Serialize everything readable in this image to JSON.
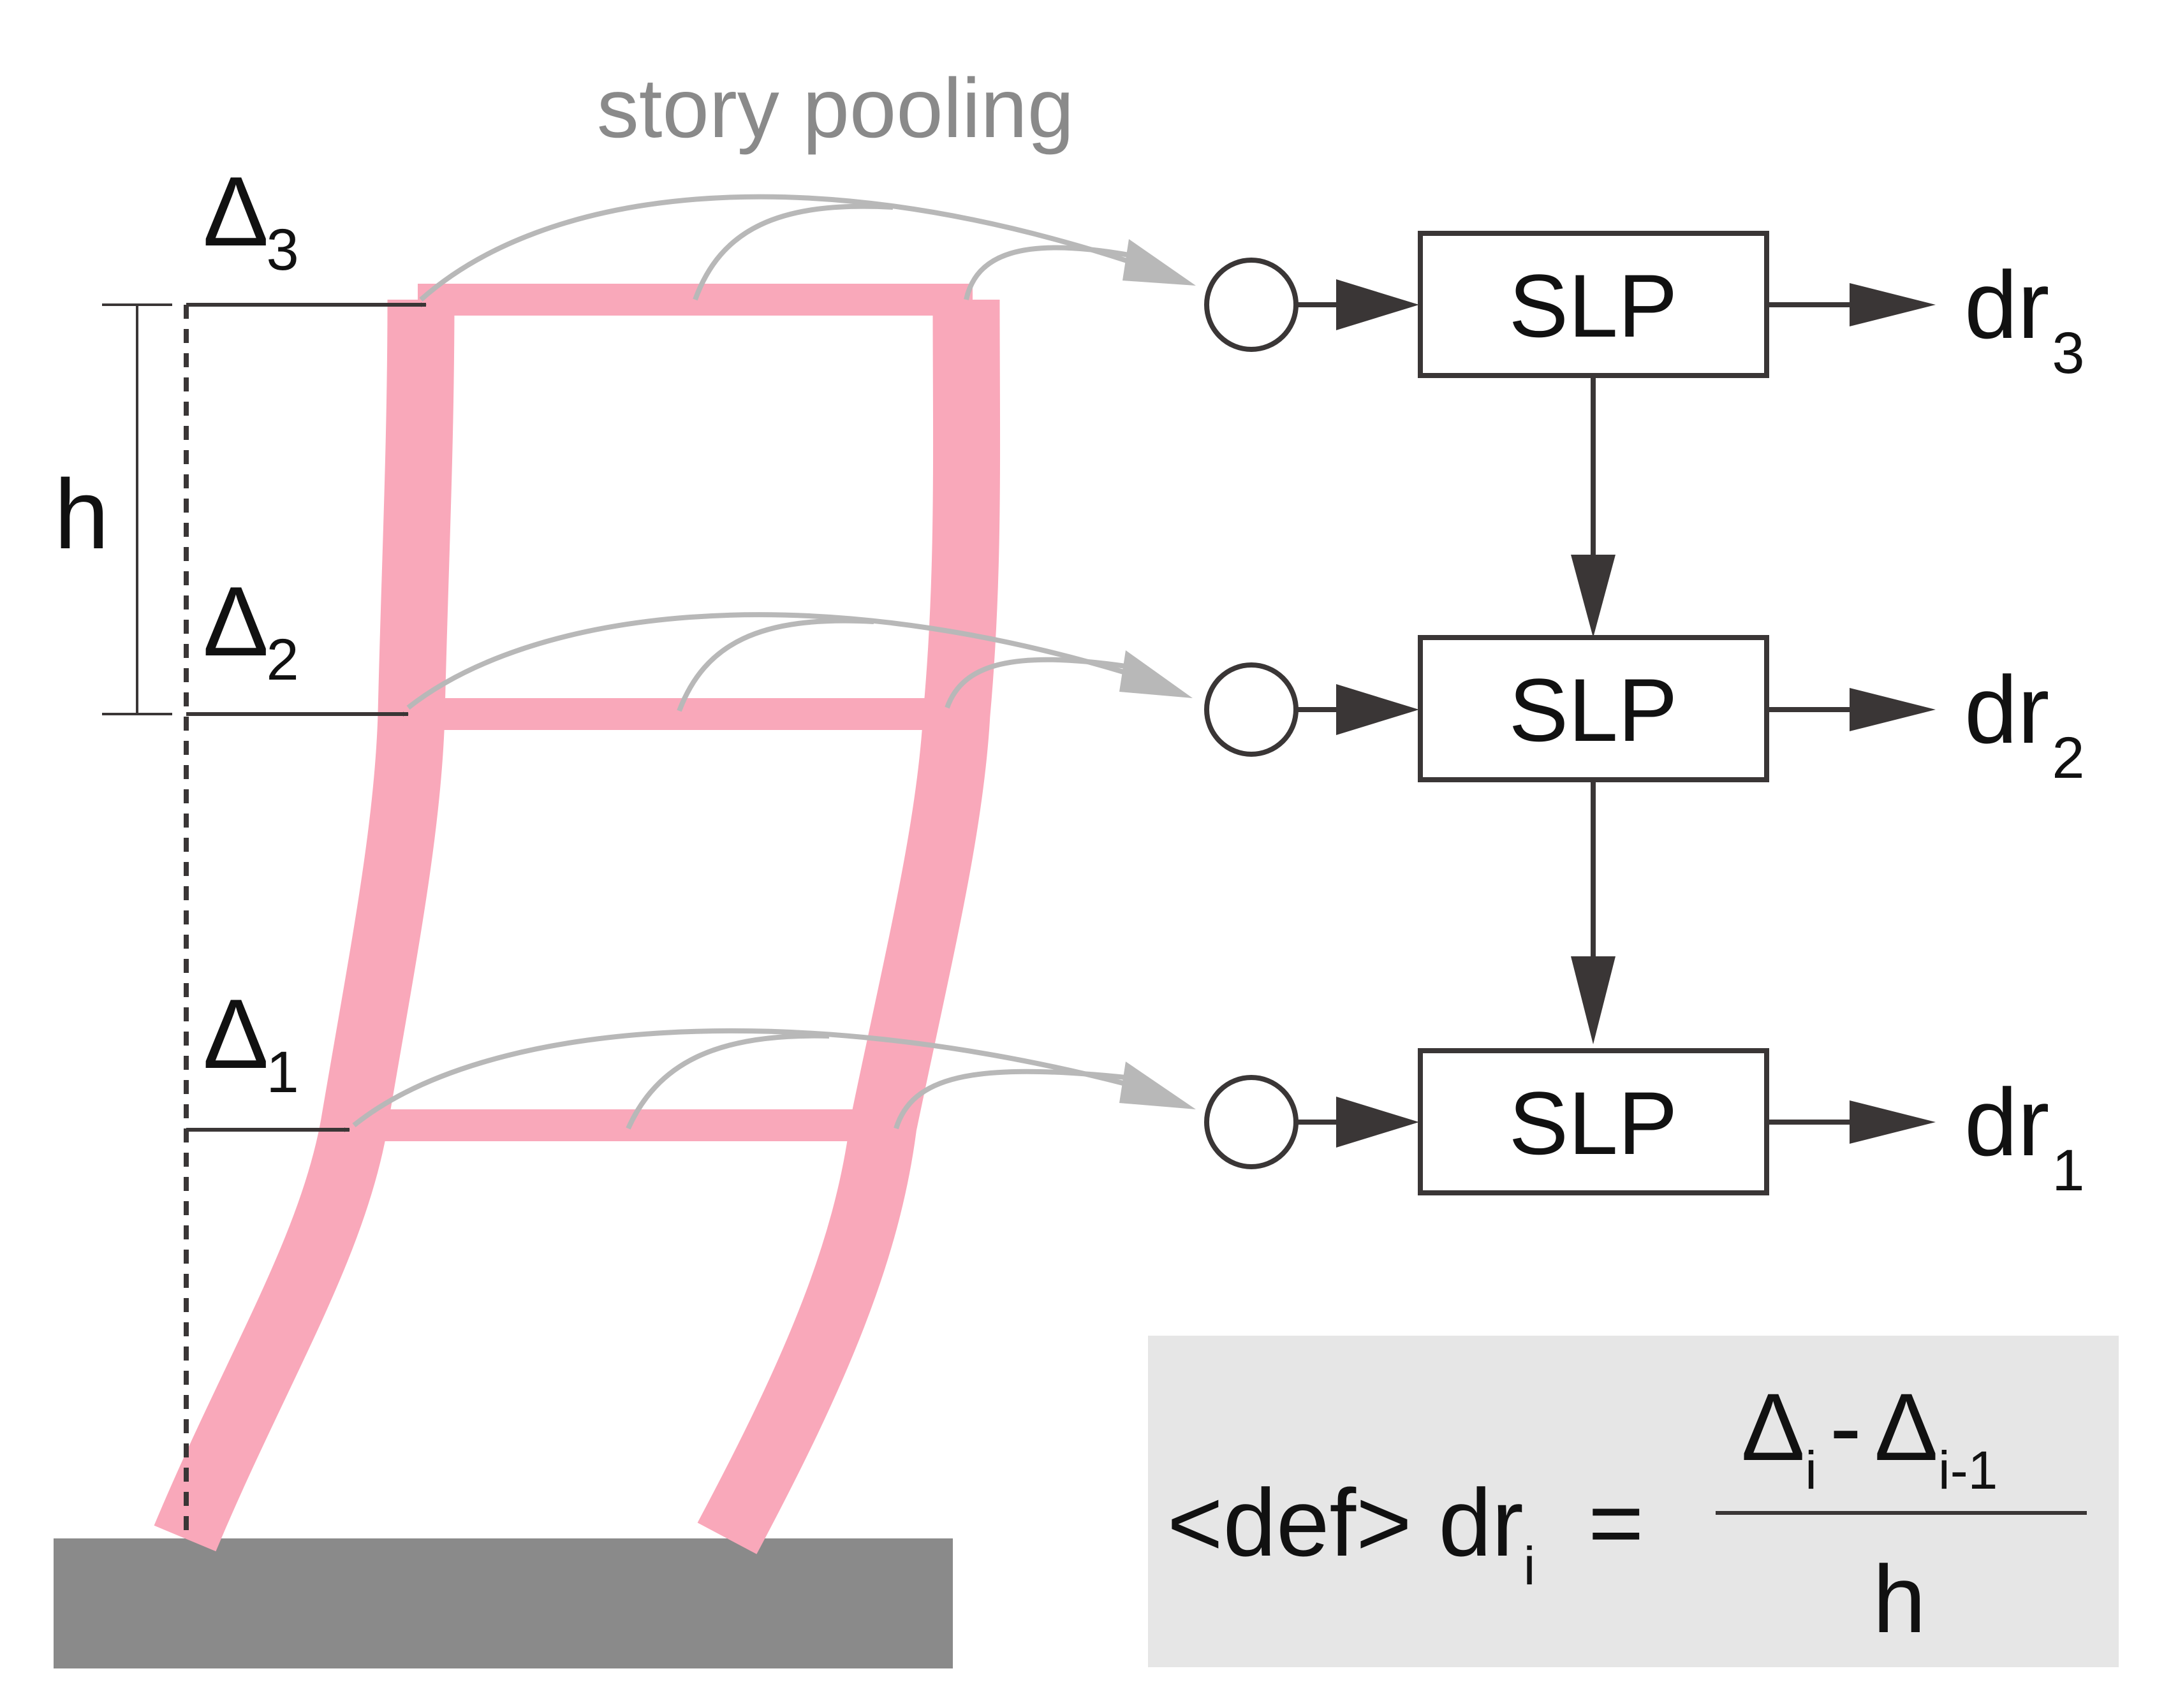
{
  "title": "story pooling",
  "deltas": [
    {
      "symbol": "Δ",
      "sub": "3"
    },
    {
      "symbol": "Δ",
      "sub": "2"
    },
    {
      "symbol": "Δ",
      "sub": "1"
    }
  ],
  "height_label": "h",
  "blocks": [
    {
      "label": "SLP"
    },
    {
      "label": "SLP"
    },
    {
      "label": "SLP"
    }
  ],
  "outputs": [
    {
      "symbol": "dr",
      "sub": "3"
    },
    {
      "symbol": "dr",
      "sub": "2"
    },
    {
      "symbol": "dr",
      "sub": "1"
    }
  ],
  "formula": {
    "prefix": "<def> dr",
    "prefix_sub": "i",
    "equals": "=",
    "num_a": "Δ",
    "num_a_sub": "i",
    "minus": "-",
    "num_b": "Δ",
    "num_b_sub": "i-1",
    "den": "h"
  },
  "colors": {
    "frame": "#f9a8ba",
    "ground": "#8a8a8a",
    "pooling_arrows": "#b8b8b8",
    "formula_bg": "#e6e6e6",
    "ink": "#3a3636"
  }
}
